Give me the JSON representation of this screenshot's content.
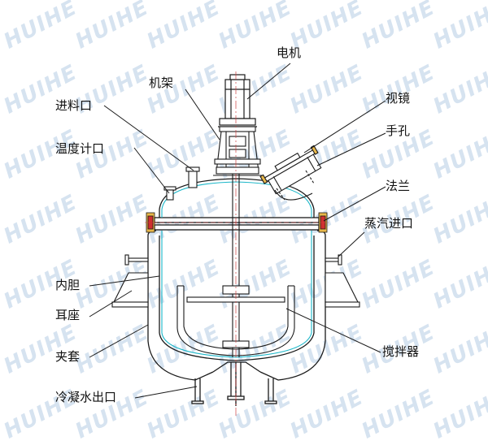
{
  "watermark": {
    "text": "HUIHE"
  },
  "labels": {
    "motor": "电机",
    "frame": "机架",
    "feed_port": "进料口",
    "thermometer_port": "温度计口",
    "sight_glass": "视镜",
    "manhole": "手孔",
    "flange": "法兰",
    "steam_inlet": "蒸汽进口",
    "inner_vessel": "内胆",
    "lug_support": "耳座",
    "jacket": "夹套",
    "agitator": "搅拌器",
    "condensate_outlet": "冷凝水出口"
  },
  "colors": {
    "outline": "#1a1a1a",
    "inner_vessel_line": "#19b6c8",
    "flange_yellow": "#e8b84a",
    "flange_red": "#d03030",
    "centerline": "#d04040",
    "leader": "#1a1a1a",
    "watermark": "#d6e3f0"
  }
}
